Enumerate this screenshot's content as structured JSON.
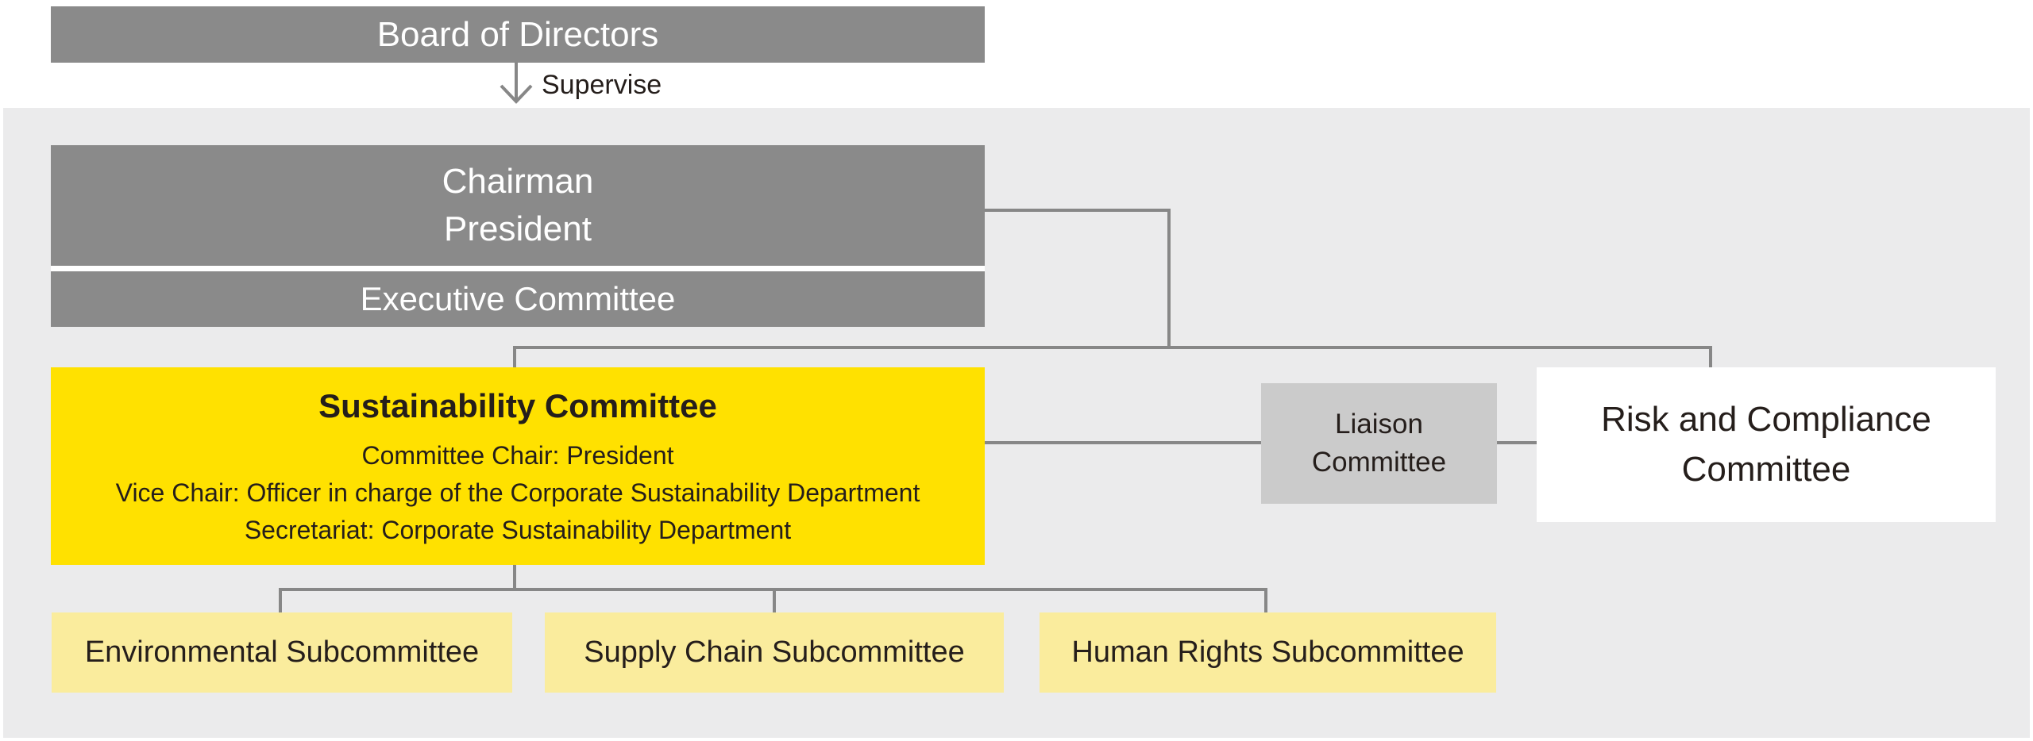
{
  "diagram": {
    "type": "org-chart",
    "supervise_label": "Supervise",
    "nodes": {
      "board": {
        "label": "Board of Directors"
      },
      "chairman": {
        "lines": [
          "Chairman",
          "President"
        ]
      },
      "executive": {
        "label": "Executive Committee"
      },
      "sustainability": {
        "title": "Sustainability Committee",
        "details": [
          "Committee Chair: President",
          "Vice Chair: Officer in charge of the Corporate Sustainability Department",
          "Secretariat: Corporate Sustainability Department"
        ]
      },
      "liaison": {
        "lines": [
          "Liaison",
          "Committee"
        ]
      },
      "risk": {
        "lines": [
          "Risk and Compliance",
          "Committee"
        ]
      },
      "subcommittees": [
        {
          "label": "Environmental Subcommittee"
        },
        {
          "label": "Supply Chain Subcommittee"
        },
        {
          "label": "Human Rights Subcommittee"
        }
      ]
    },
    "edges": [
      "board -> chairman (supervise arrow)",
      "chairman -> committees trunk",
      "trunk -> sustainability",
      "trunk -> risk-and-compliance",
      "sustainability - liaison - risk (lateral)",
      "sustainability -> environmental / supply-chain / human-rights subcommittees"
    ],
    "colors": {
      "dark_gray_box": "#8a8a8a",
      "panel_background": "#ebebec",
      "yellow_box": "#ffe100",
      "pale_yellow_box": "#faec9d",
      "liaison_gray": "#cbcbcb",
      "white_box": "#ffffff",
      "line_gray": "#878787",
      "text_dark": "#251e1b",
      "text_white": "#ffffff"
    }
  }
}
